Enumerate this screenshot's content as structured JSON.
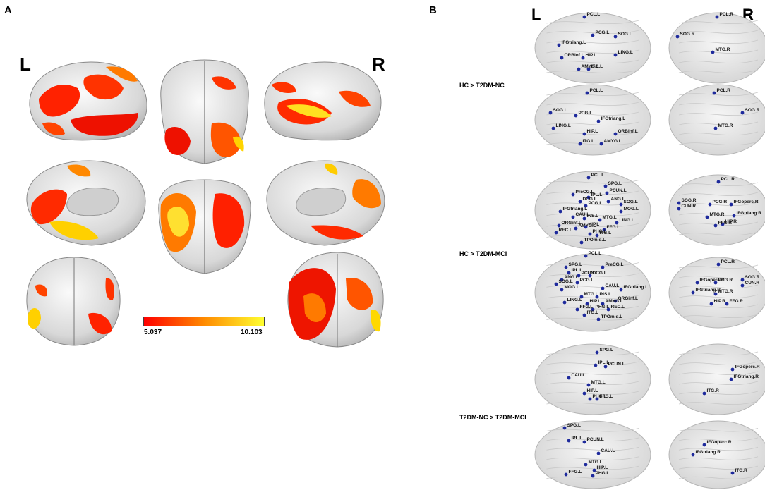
{
  "panel_a": {
    "letter": "A",
    "left_label": "L",
    "right_label": "R",
    "colorbar": {
      "min_label": "5.037",
      "max_label": "10.103",
      "colors": [
        "#ff0000",
        "#ff8a00",
        "#ffff30"
      ]
    }
  },
  "panel_b": {
    "letter": "B",
    "left_label": "L",
    "right_label": "R",
    "comparisons": [
      {
        "label": "HC > T2DM-NC",
        "brains": [
          {
            "nodes": [
              "PCL.L",
              "PCG.L",
              "SOG.L",
              "IFGtriang.L",
              "ORBinf.L",
              "HIP.L",
              "LING.L",
              "AMYG.L",
              "ITG.L"
            ]
          },
          {
            "nodes": [
              "PCL.R",
              "SOG.R",
              "MTG.R"
            ]
          },
          {
            "nodes": [
              "PCL.L",
              "SOG.L",
              "PCG.L",
              "IFGtriang.L",
              "LING.L",
              "HIP.L",
              "ORBinf.L",
              "ITG.L",
              "AMYG.L"
            ]
          },
          {
            "nodes": [
              "PCL.R",
              "SOG.R",
              "MTG.R"
            ]
          }
        ]
      },
      {
        "label": "HC > T2DM-MCI",
        "brains": [
          {
            "nodes": [
              "PCL.L",
              "SPG.L",
              "PreCG.L",
              "PCUN.L",
              "IPL.L",
              "DCG.L",
              "ANG.L",
              "SOG.L",
              "PCG.L",
              "MOG.L",
              "IFGtriang.L",
              "CAU.L",
              "INS.L",
              "MTG.L",
              "LING.L",
              "ORGinf.L",
              "AMYG.L",
              "HIP.L",
              "FFG.L",
              "REC.L",
              "PHG.L",
              "ITG.L",
              "TPOmid.L"
            ]
          },
          {
            "nodes": [
              "PCL.R",
              "SOG.R",
              "CUN.R",
              "PCG.R",
              "IFGoperc.R",
              "MTG.R",
              "IFGtriang.R",
              "HIP.R",
              "FFG.R"
            ]
          },
          {
            "nodes": [
              "PCL.L",
              "SPG.L",
              "PreCG.L",
              "IPL.L",
              "PCUN.L",
              "DCG.L",
              "ANG.L",
              "PCG.L",
              "SOG.L",
              "MOG.L",
              "CAU.L",
              "IFGtriang.L",
              "MTG.L",
              "INS.L",
              "ORGinf.L",
              "LING.L",
              "HIP.L",
              "AMYG.L",
              "FFG.L",
              "PHG.L",
              "REC.L",
              "ITG.L",
              "TPOmid.L"
            ]
          },
          {
            "nodes": [
              "PCL.R",
              "IFGoperc.R",
              "PCG.R",
              "SOG.R",
              "CUN.R",
              "IFGtriang.R",
              "MTG.R",
              "HIP.R",
              "FFG.R"
            ]
          }
        ]
      },
      {
        "label": "T2DM-NC > T2DM-MCI",
        "brains": [
          {
            "nodes": [
              "SPG.L",
              "IPL.L",
              "PCUN.L",
              "CAU.L",
              "MTG.L",
              "HIP.L",
              "PHG.L",
              "FFG.L"
            ]
          },
          {
            "nodes": [
              "IFGoperc.R",
              "IFGtriang.R",
              "ITG.R"
            ]
          },
          {
            "nodes": [
              "SPG.L",
              "IPL.L",
              "PCUN.L",
              "CAU.L",
              "MTG.L",
              "HIP.L",
              "FFG.L",
              "PHG.L"
            ]
          },
          {
            "nodes": [
              "IFGoperc.R",
              "IFGtriang.R",
              "ITG.R"
            ]
          }
        ]
      }
    ]
  }
}
